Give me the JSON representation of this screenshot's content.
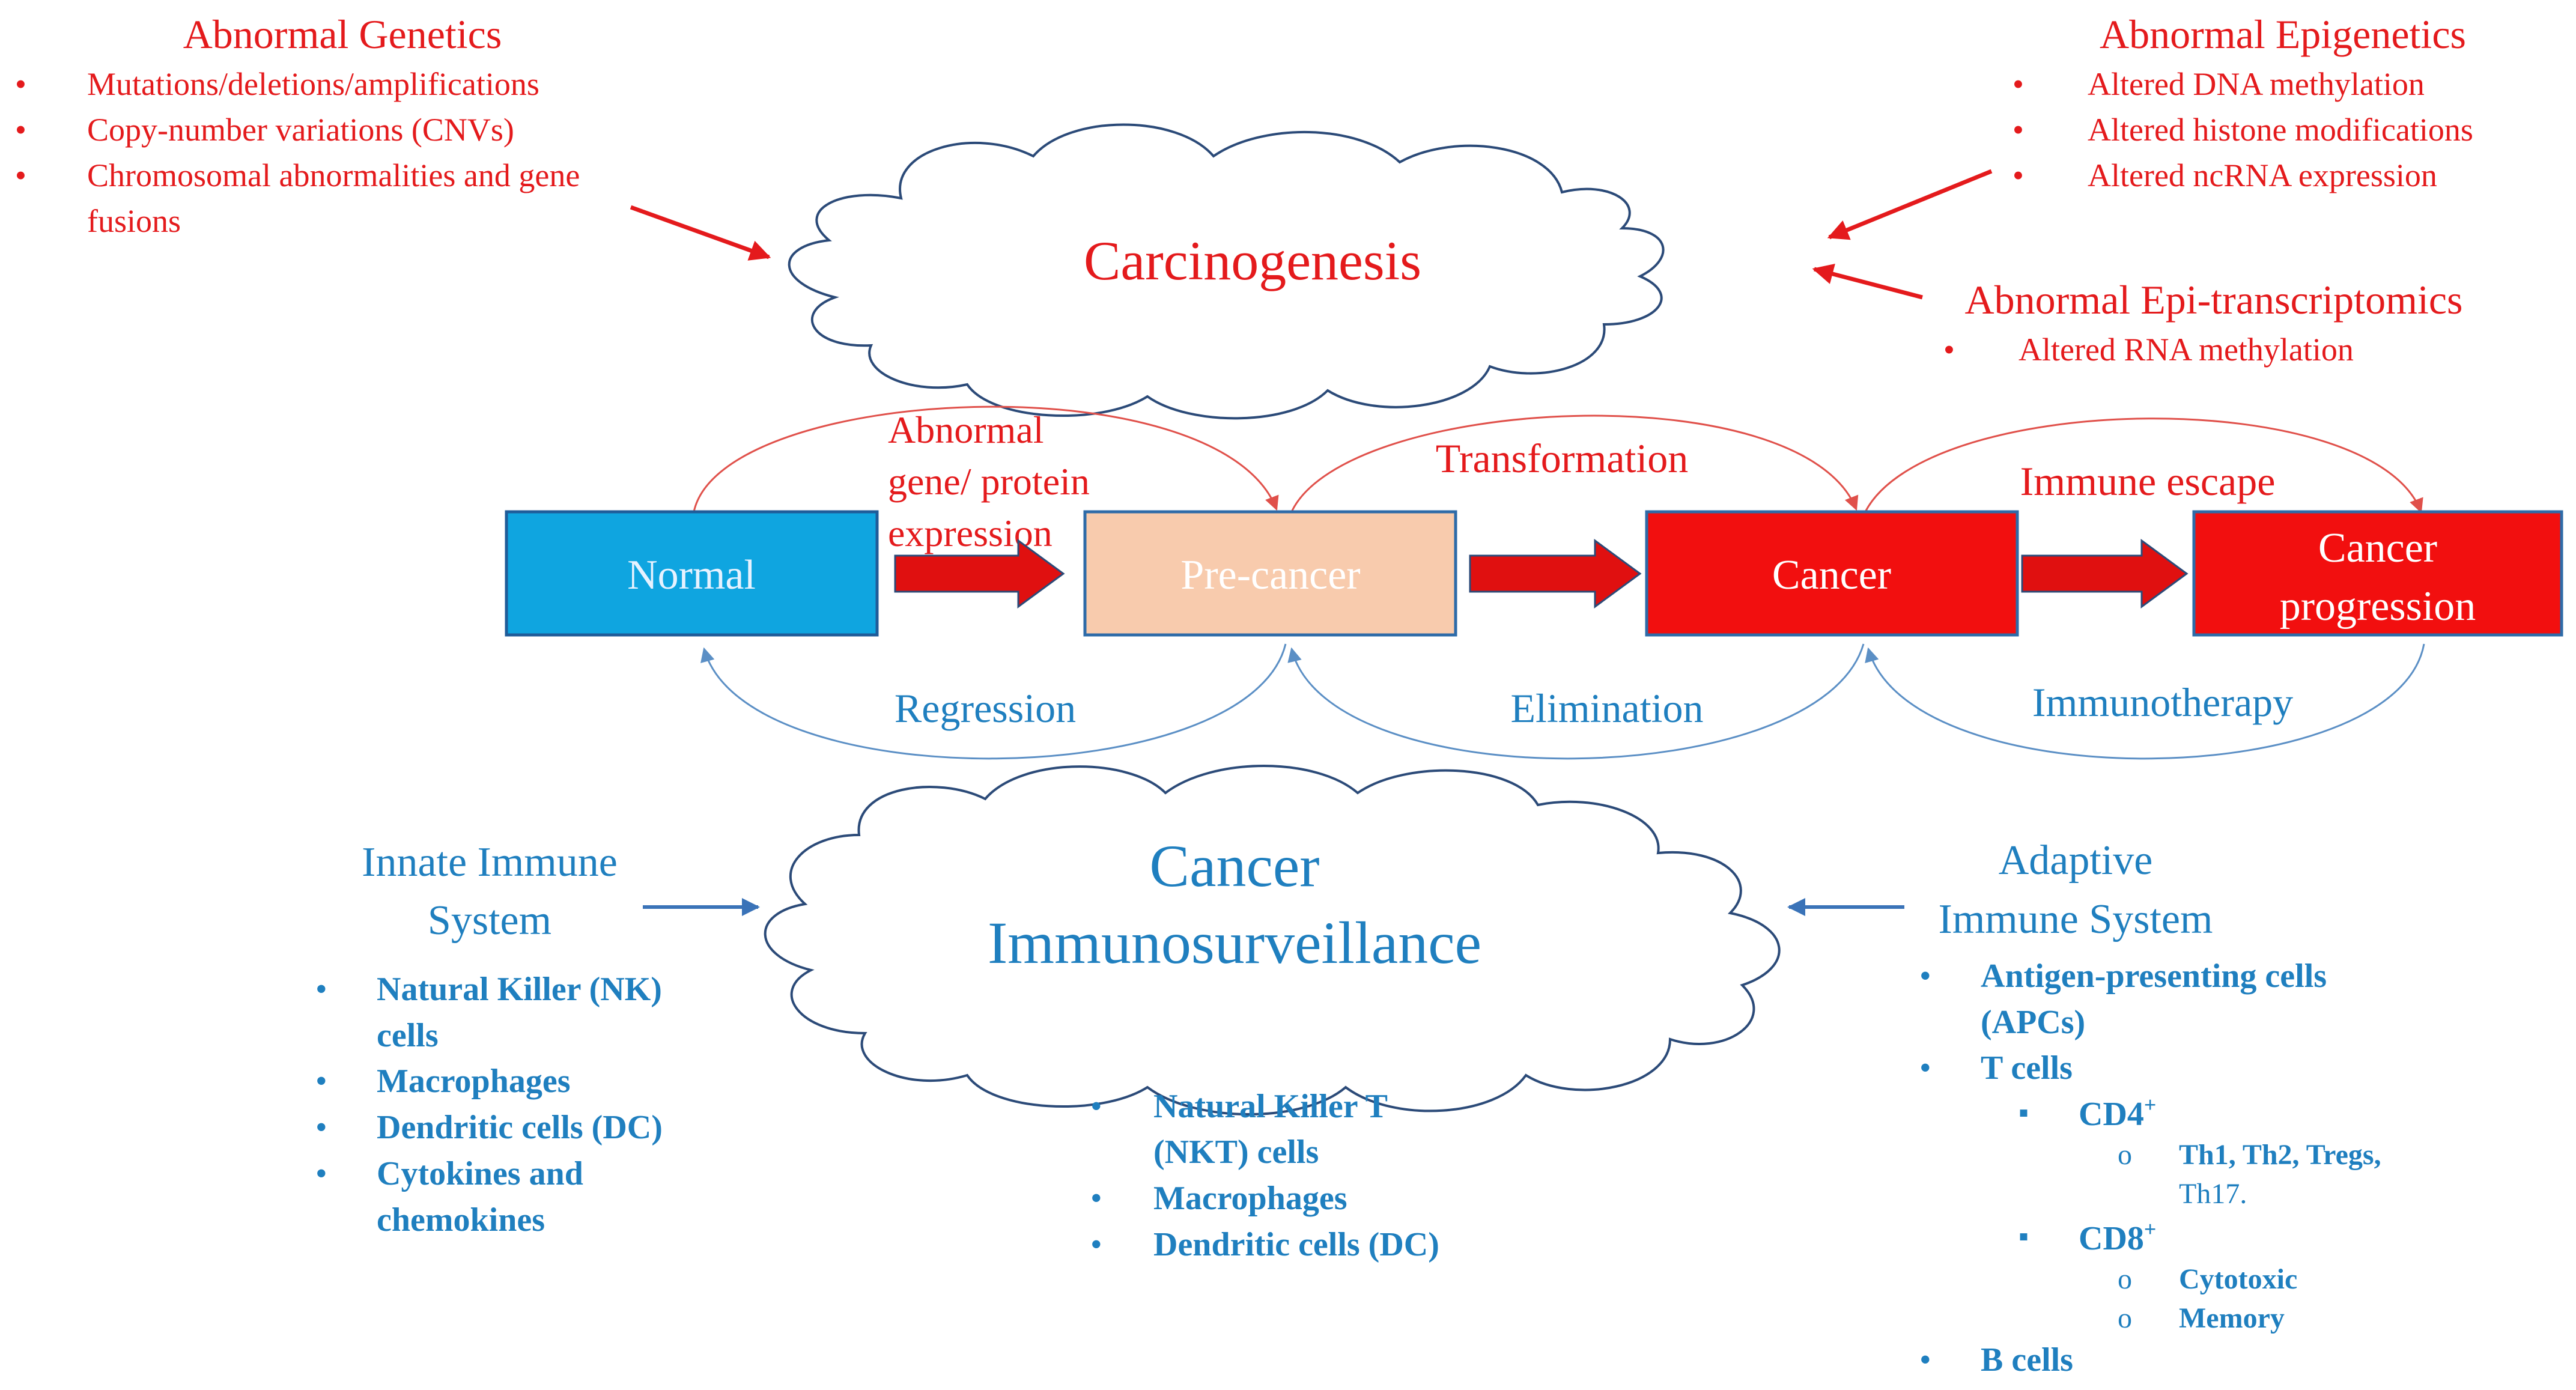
{
  "colors": {
    "red_text": "#E41A1C",
    "blue_text": "#1F7FBF",
    "normal_fill": "#0FA5E0",
    "precancer_fill": "#F8CBAD",
    "cancer_fill": "#F20F0F",
    "arrow_fill": "#E01010",
    "cycle_red": "#E0504A",
    "cycle_blue": "#5B8FC5"
  },
  "top_left": {
    "title": "Abnormal Genetics",
    "items": [
      "Mutations/deletions/amplifications",
      "Copy-number variations (CNVs)",
      "Chromosomal abnormalities and gene",
      "fusions"
    ]
  },
  "top_right": {
    "title": "Abnormal Epigenetics",
    "items": [
      "Altered DNA methylation",
      "Altered histone modifications",
      "Altered ncRNA expression"
    ]
  },
  "epi_transcriptomics": {
    "title": "Abnormal Epi-transcriptomics",
    "items": [
      "Altered RNA methylation"
    ]
  },
  "top_cloud": {
    "label": "Carcinogenesis"
  },
  "stages": {
    "normal": "Normal",
    "precancer": "Pre-cancer",
    "cancer": "Cancer",
    "progression_line1": "Cancer",
    "progression_line2": "progression"
  },
  "transitions_top": {
    "abnormal_line1": "Abnormal",
    "abnormal_line2": "gene/ protein",
    "abnormal_line3": "expression",
    "transformation": "Transformation",
    "immune_escape": "Immune escape"
  },
  "transitions_bottom": {
    "regression": "Regression",
    "elimination": "Elimination",
    "immunotherapy": "Immunotherapy"
  },
  "bottom_cloud": {
    "line1": "Cancer",
    "line2": "Immunosurveillance"
  },
  "innate": {
    "title_line1": "Innate Immune",
    "title_line2": "System",
    "items": [
      "Natural Killer (NK)",
      "cells",
      "Macrophages",
      "Dendritic cells (DC)",
      "Cytokines and",
      "chemokines"
    ]
  },
  "center_list": {
    "items": [
      "Natural Killer T",
      "(NKT) cells",
      "Macrophages",
      "Dendritic cells (DC)"
    ]
  },
  "adaptive": {
    "title_line1": "Adaptive",
    "title_line2": "Immune System",
    "apc_line1": "Antigen-presenting cells",
    "apc_line2": "(APCs)",
    "tcells": "T cells",
    "cd4": "CD4",
    "cd4_sup": "+",
    "cd4_sub_line1": "Th1, Th2, Tregs,",
    "cd4_sub_line2": "Th17.",
    "cd8": "CD8",
    "cd8_sup": "+",
    "cd8_sub1": "Cytotoxic",
    "cd8_sub2": "Memory",
    "bcells": "B cells"
  },
  "bullets": {
    "dot": "•",
    "square": "▪",
    "circle": "o"
  }
}
